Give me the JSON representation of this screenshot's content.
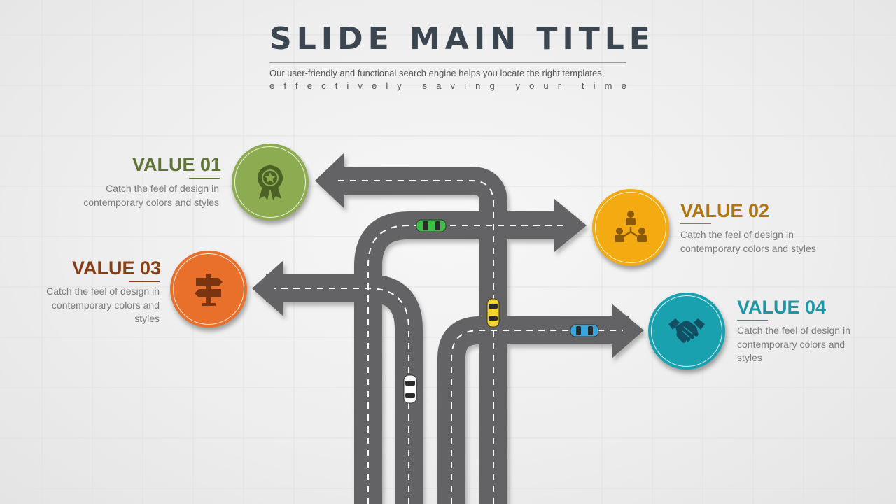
{
  "slide": {
    "title": "SLIDE MAIN TITLE",
    "subtitle_line1": "Our user-friendly and functional search engine helps you locate the right templates,",
    "subtitle_line2": "effectively saving your time"
  },
  "values": [
    {
      "title": "VALUE 01",
      "desc": "Catch the feel of design in contemporary colors and styles",
      "color": "#5e7535",
      "circle_color": "#8dab50",
      "icon": "award-badge-icon"
    },
    {
      "title": "VALUE 02",
      "desc": "Catch the feel of design in contemporary colors and styles",
      "color": "#b07512",
      "circle_color": "#f4ab12",
      "icon": "team-hierarchy-icon"
    },
    {
      "title": "VALUE 03",
      "desc": "Catch the feel of design in contemporary colors and styles",
      "color": "#8a3d13",
      "circle_color": "#e9702b",
      "icon": "signpost-icon"
    },
    {
      "title": "VALUE 04",
      "desc": "Catch the feel of design in contemporary colors and styles",
      "color": "#1f96a4",
      "circle_color": "#1aa1b0",
      "icon": "handshake-icon"
    }
  ],
  "cars": [
    {
      "color": "#3cc04a",
      "icon": "car-icon"
    },
    {
      "color": "#f3d42a",
      "icon": "car-icon"
    },
    {
      "color": "#3aa5dc",
      "icon": "car-icon"
    },
    {
      "color": "#ffffff",
      "icon": "car-icon"
    }
  ]
}
